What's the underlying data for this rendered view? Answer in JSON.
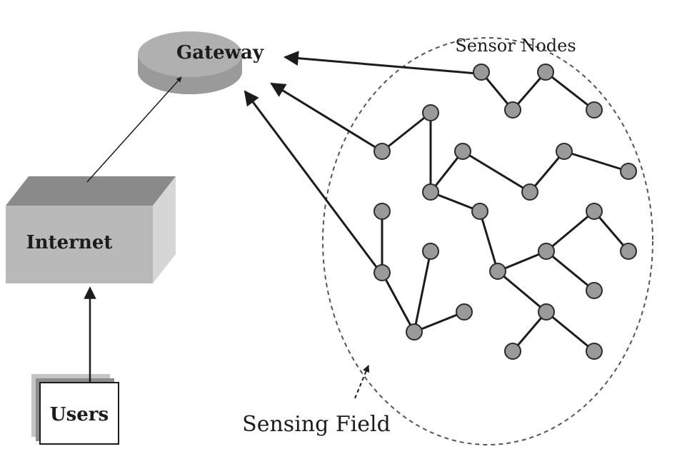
{
  "labels": {
    "gateway": "Gateway",
    "internet": "Internet",
    "users": "Users",
    "sensor_nodes": "Sensor Nodes",
    "sensing_field": "Sensing Field"
  },
  "colors": {
    "ink": "#1c1c1c",
    "gateway_fill": "#a8a8a8",
    "box_front": "#b9b9b9",
    "box_top": "#8a8a8a",
    "box_side": "#d6d6d6",
    "node_fill": "#9a9a9a",
    "dashed_field": "#555555"
  }
}
